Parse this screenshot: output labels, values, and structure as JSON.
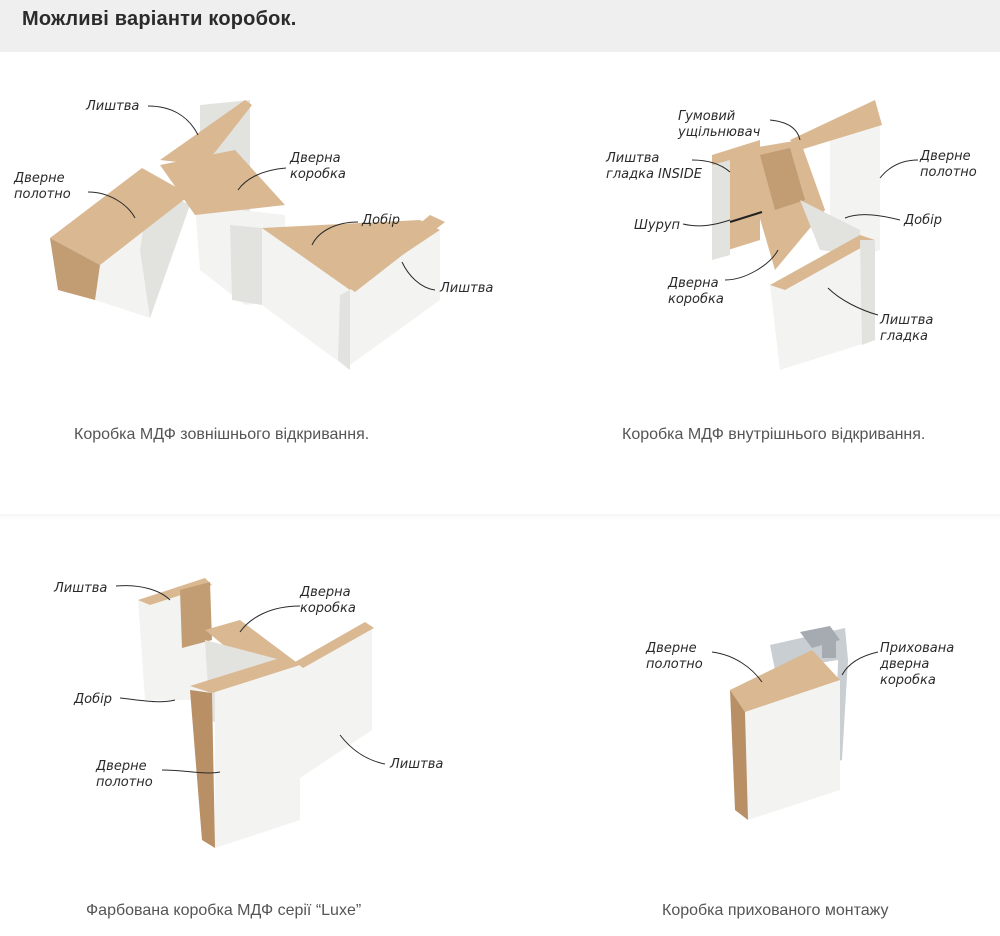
{
  "header": {
    "title": "Можливі варіанти коробок."
  },
  "figures": [
    {
      "caption": "Коробка МДФ зовнішнього відкривання.",
      "labels": {
        "trim_top": "Лиштва",
        "leaf_l1": "Дверне",
        "leaf_l2": "полотно",
        "frame_l1": "Дверна",
        "frame_l2": "коробка",
        "extension": "Добір",
        "trim_right": "Лиштва"
      }
    },
    {
      "caption": "Коробка МДФ внутрішнього відкривання.",
      "labels": {
        "seal_l1": "Гумовий",
        "seal_l2": "ущільнювач",
        "trim_inside_l1": "Лиштва",
        "trim_inside_l2": "гладка INSIDE",
        "screw": "Шуруп",
        "frame_l1": "Дверна",
        "frame_l2": "коробка",
        "leaf_l1": "Дверне",
        "leaf_l2": "полотно",
        "extension": "Добір",
        "trim_smooth_l1": "Лиштва",
        "trim_smooth_l2": "гладка"
      }
    },
    {
      "caption": "Фарбована коробка МДФ серії “Luxe”",
      "labels": {
        "trim_top": "Лиштва",
        "frame_l1": "Дверна",
        "frame_l2": "коробка",
        "extension": "Добір",
        "leaf_l1": "Дверне",
        "leaf_l2": "полотно",
        "trim_right": "Лиштва"
      }
    },
    {
      "caption": "Коробка прихованого монтажу",
      "labels": {
        "leaf_l1": "Дверне",
        "leaf_l2": "полотно",
        "hidden_l1": "Прихована",
        "hidden_l2": "дверна",
        "hidden_l3": "коробка"
      }
    }
  ]
}
